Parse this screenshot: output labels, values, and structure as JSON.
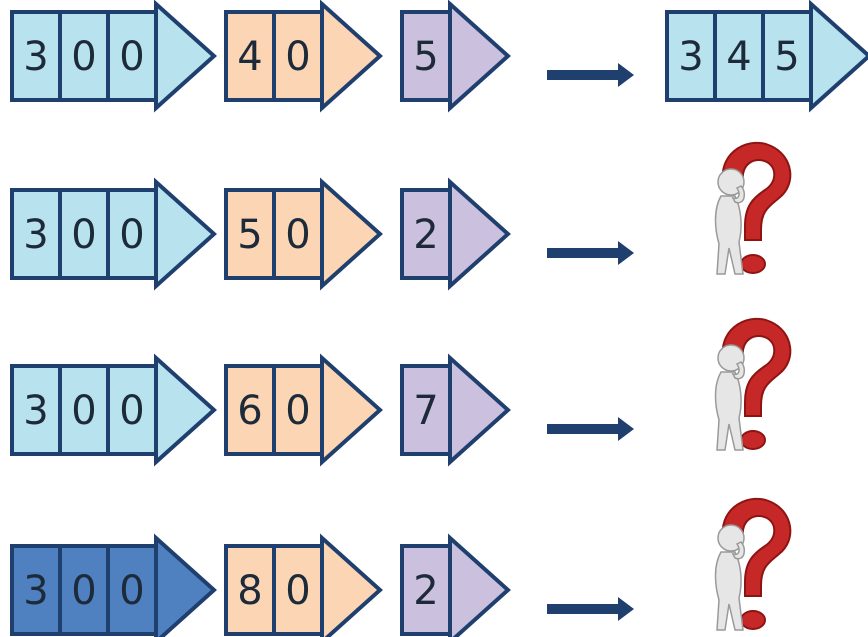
{
  "colors": {
    "stroke": "#1f3f6e",
    "hundreds": "#b9e2ef",
    "hundreds_dark": "#4f80bf",
    "tens": "#fcd5b4",
    "ones": "#cbc0de",
    "text": "#1c2a3a",
    "arrow": "#1f3f6e",
    "question_mark": "#c62828",
    "figure": "#e6e6e6"
  },
  "rows": [
    {
      "hundreds": [
        "3",
        "0",
        "0"
      ],
      "tens": [
        "4",
        "0"
      ],
      "ones": [
        "5"
      ],
      "result": {
        "type": "answer",
        "digits": [
          "3",
          "4",
          "5"
        ]
      }
    },
    {
      "hundreds": [
        "3",
        "0",
        "0"
      ],
      "tens": [
        "5",
        "0"
      ],
      "ones": [
        "2"
      ],
      "result": {
        "type": "unknown",
        "icon": "question-figure-icon"
      }
    },
    {
      "hundreds": [
        "3",
        "0",
        "0"
      ],
      "tens": [
        "6",
        "0"
      ],
      "ones": [
        "7"
      ],
      "result": {
        "type": "unknown",
        "icon": "question-figure-icon"
      }
    },
    {
      "hundreds": [
        "3",
        "0",
        "0"
      ],
      "tens": [
        "8",
        "0"
      ],
      "ones": [
        "2"
      ],
      "hundreds_highlighted": true,
      "result": {
        "type": "unknown",
        "icon": "question-figure-icon"
      }
    }
  ]
}
